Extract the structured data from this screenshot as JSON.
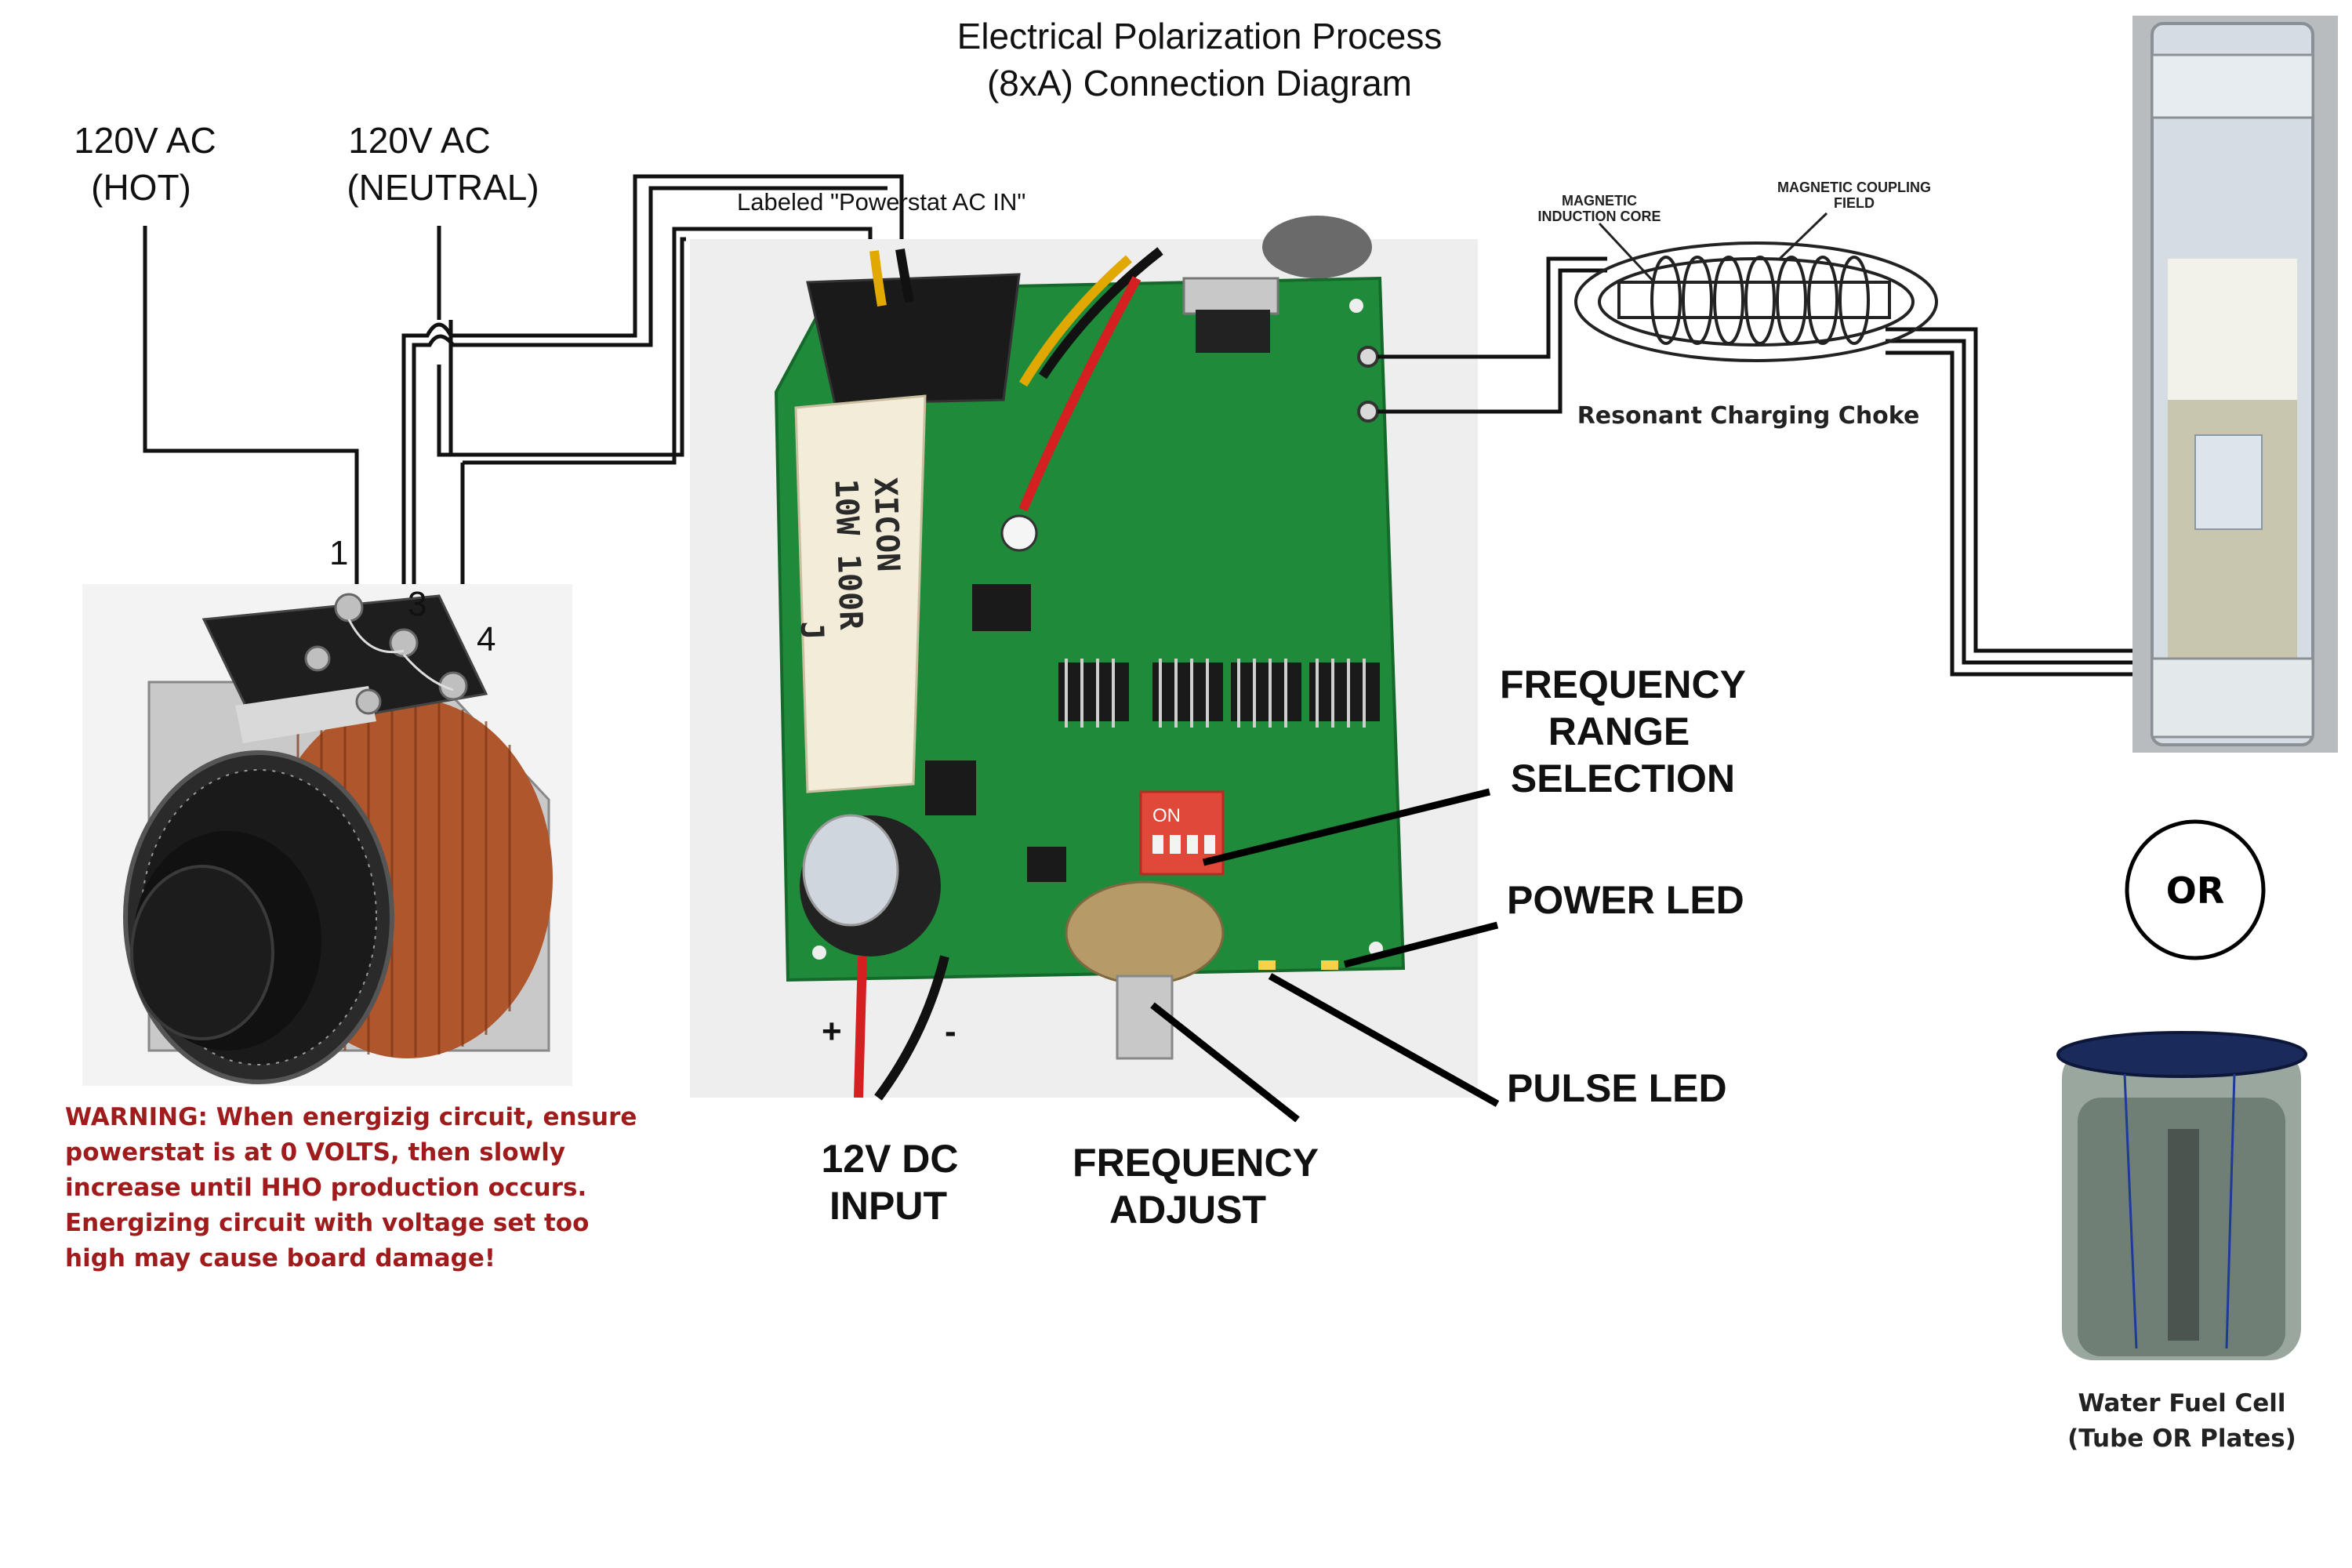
{
  "title": {
    "line1": "Electrical Polarization Process",
    "line2": "(8xA) Connection Diagram"
  },
  "ac_inputs": {
    "hot_line1": "120V AC",
    "hot_line2": "(HOT)",
    "neutral_line1": "120V AC",
    "neutral_line2": "(NEUTRAL)"
  },
  "powerstat": {
    "terminal_1": "1",
    "terminal_3": "3",
    "terminal_4": "4"
  },
  "board": {
    "ac_in_label": "Labeled \"Powerstat AC IN\"",
    "resistor_text_line1": "XICON",
    "resistor_text_line2": "10W 100R",
    "resistor_text_line3": "J",
    "plus_label": "+",
    "minus_label": "-",
    "dip_on_label": "ON"
  },
  "callouts": {
    "freq_range_line1": "FREQUENCY",
    "freq_range_line2": "RANGE",
    "freq_range_line3": "SELECTION",
    "power_led": "POWER LED",
    "pulse_led": "PULSE LED",
    "dc_input_line1": "12V DC",
    "dc_input_line2": "INPUT",
    "freq_adjust_line1": "FREQUENCY",
    "freq_adjust_line2": "ADJUST"
  },
  "choke": {
    "core_label_line1": "MAGNETIC",
    "core_label_line2": "INDUCTION CORE",
    "field_label_line1": "MAGNETIC COUPLING",
    "field_label_line2": "FIELD",
    "caption": "Resonant Charging Choke"
  },
  "warning": {
    "line1": "WARNING: When energizig circuit, ensure",
    "line2": "powerstat is at 0 VOLTS, then slowly",
    "line3": "increase until HHO production occurs.",
    "line4": "Energizing circuit with voltage set too",
    "line5": "high may cause board damage!"
  },
  "or_label": "OR",
  "fuel_cell": {
    "caption_line1": "Water Fuel Cell",
    "caption_line2": "(Tube OR Plates)"
  },
  "colors": {
    "pcb_green": "#1f8a3a",
    "warning_red": "#a01c1c",
    "wire_red": "#d42020",
    "wire_yellow": "#e0a800",
    "wire_black": "#111111"
  }
}
